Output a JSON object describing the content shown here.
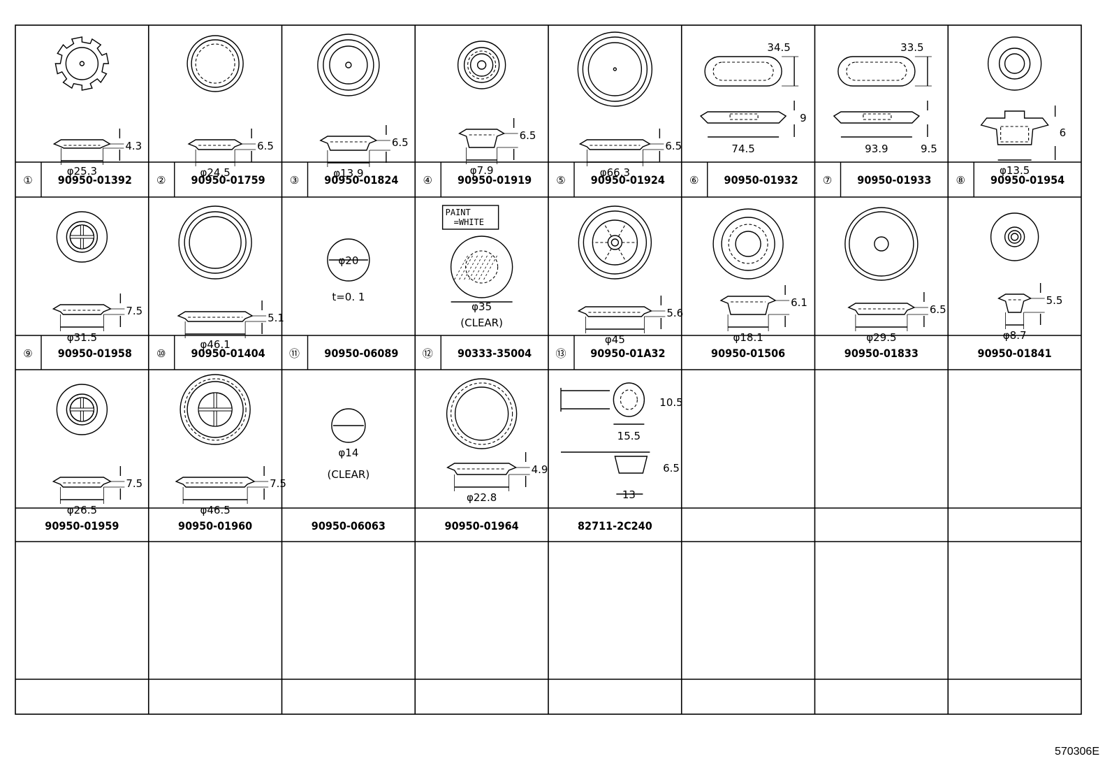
{
  "footer_code": "570306E",
  "cells": [
    {
      "index": "①",
      "part": "90950-01392",
      "dims": [
        "4.3",
        "φ25.3"
      ],
      "art": "gear"
    },
    {
      "index": "②",
      "part": "90950-01759",
      "dims": [
        "6.5",
        "φ24.5"
      ],
      "art": "ring-dashed"
    },
    {
      "index": "③",
      "part": "90950-01824",
      "dims": [
        "6.5",
        "φ13.9"
      ],
      "art": "rings-dot"
    },
    {
      "index": "④",
      "part": "90950-01919",
      "dims": [
        "6.5",
        "φ7.9"
      ],
      "art": "small-rings"
    },
    {
      "index": "⑤",
      "part": "90950-01924",
      "dims": [
        "6.5",
        "φ66.3"
      ],
      "art": "big-rings"
    },
    {
      "index": "⑥",
      "part": "90950-01932",
      "dims": [
        "34.5",
        "9",
        "74.5"
      ],
      "art": "oval"
    },
    {
      "index": "⑦",
      "part": "90950-01933",
      "dims": [
        "33.5",
        "93.9",
        "9.5"
      ],
      "art": "oval"
    },
    {
      "index": "⑧",
      "part": "90950-01954",
      "dims": [
        "6",
        "φ13.5"
      ],
      "art": "cap"
    },
    {
      "index": "⑨",
      "part": "90950-01958",
      "dims": [
        "7.5",
        "φ31.5"
      ],
      "art": "cross"
    },
    {
      "index": "⑩",
      "part": "90950-01404",
      "dims": [
        "5.1",
        "φ46.1"
      ],
      "art": "big-rings-plain"
    },
    {
      "index": "⑪",
      "part": "90950-06089",
      "dims": [
        "φ20",
        "t=0. 1"
      ],
      "art": "disc"
    },
    {
      "index": "⑫",
      "part": "90333-35004",
      "dims": [
        "φ35",
        "(CLEAR)",
        "PAINT",
        "=WHITE"
      ],
      "art": "sticker"
    },
    {
      "index": "⑬",
      "part": "90950-01A32",
      "dims": [
        "5.6",
        "φ45"
      ],
      "art": "spoked"
    },
    {
      "index": "",
      "part": "90950-01506",
      "dims": [
        "6.1",
        "φ18.1"
      ],
      "art": "rings-thick"
    },
    {
      "index": "",
      "part": "90950-01833",
      "dims": [
        "6.5",
        "φ29.5"
      ],
      "art": "rings-hole"
    },
    {
      "index": "",
      "part": "90950-01841",
      "dims": [
        "5.5",
        "φ8.7"
      ],
      "art": "concentric"
    },
    {
      "index": "",
      "part": "90950-01959",
      "dims": [
        "7.5",
        "φ26.5"
      ],
      "art": "cross"
    },
    {
      "index": "",
      "part": "90950-01960",
      "dims": [
        "7.5",
        "φ46.5"
      ],
      "art": "cross-big"
    },
    {
      "index": "",
      "part": "90950-06063",
      "dims": [
        "φ14",
        "(CLEAR)"
      ],
      "art": "disc-small"
    },
    {
      "index": "",
      "part": "90950-01964",
      "dims": [
        "4.9",
        "φ22.8"
      ],
      "art": "ring-thick-dashed"
    },
    {
      "index": "",
      "part": "82711-2C240",
      "dims": [
        "10.5",
        "15.5",
        "6.5",
        "13"
      ],
      "art": "clip"
    }
  ]
}
